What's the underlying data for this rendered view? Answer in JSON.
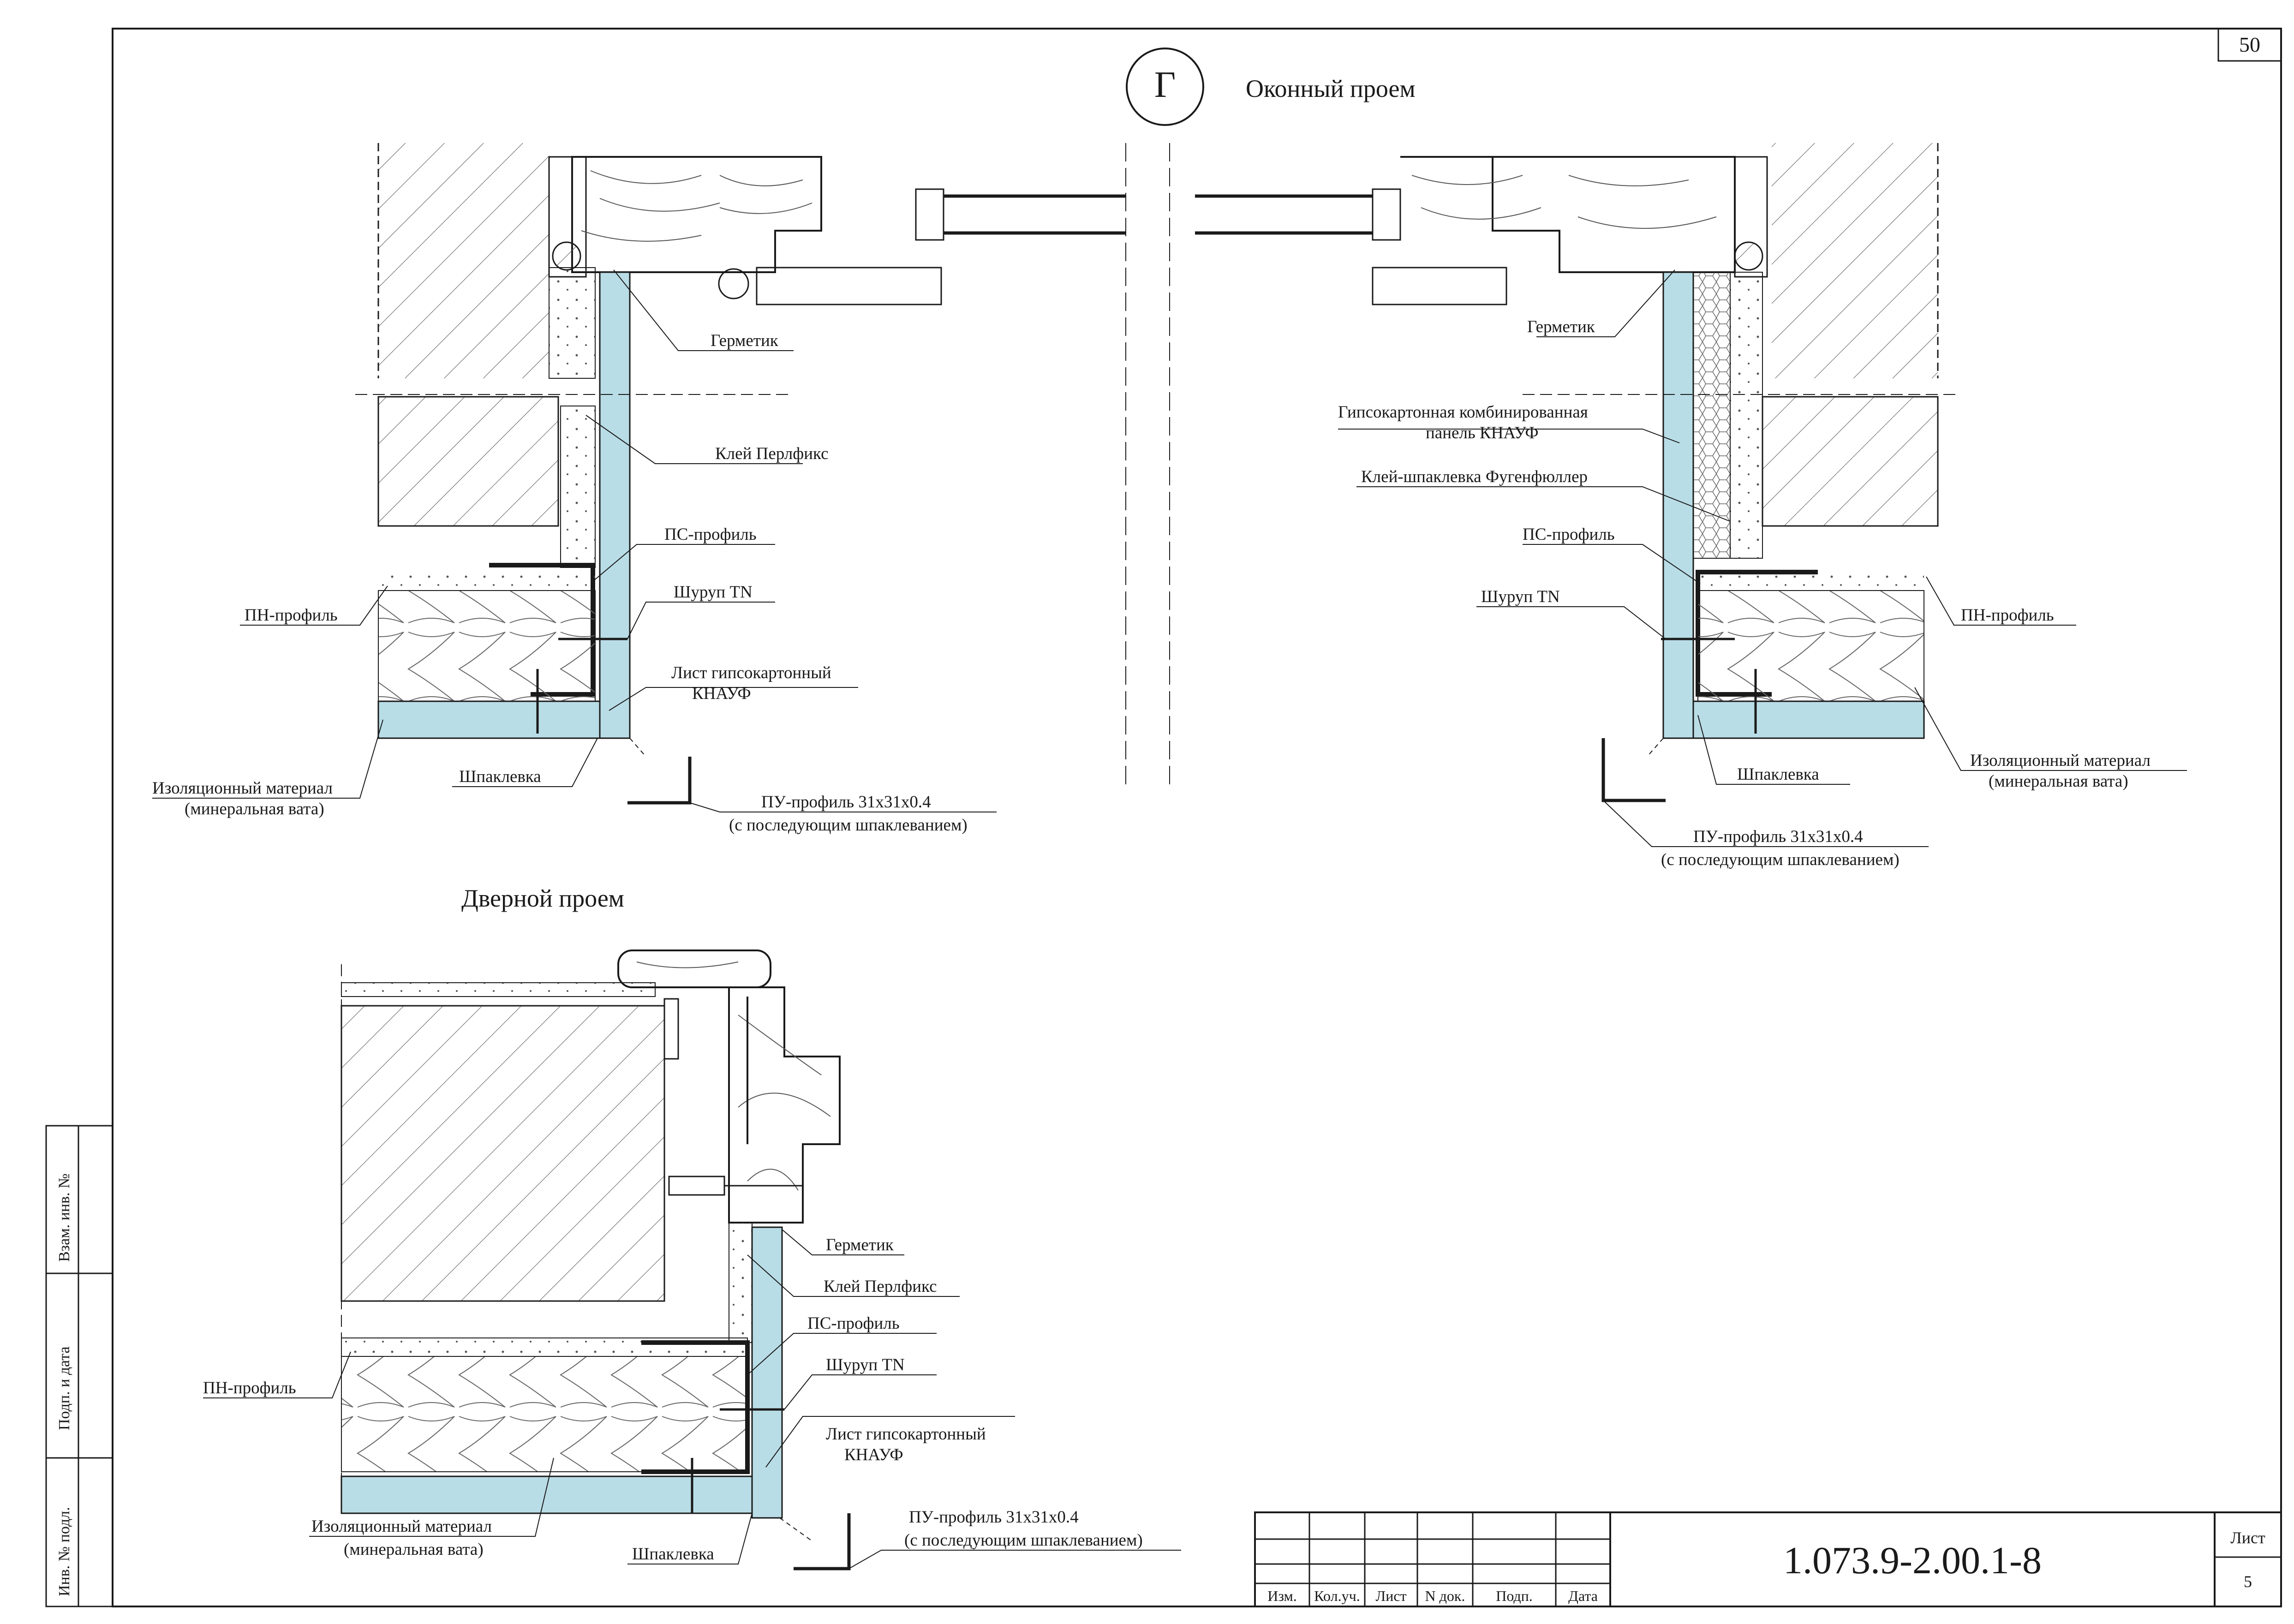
{
  "sheet_number_top": "50",
  "section_marker": "Г",
  "window_title": "Оконный проем",
  "door_title": "Дверной проем",
  "left_window": {
    "germetik": "Герметик",
    "glue": "Клей Перлфикс",
    "ps_profile": "ПС-профиль",
    "screw": "Шуруп TN",
    "sheet_line1": "Лист гипсокартонный",
    "sheet_line2": "КНАУФ",
    "pn_profile": "ПН-профиль",
    "insulation_line1": "Изоляционный материал",
    "insulation_line2": "(минеральная вата)",
    "putty": "Шпаклевка",
    "pu_line1": "ПУ-профиль 31х31х0.4",
    "pu_line2": "(с последующим шпаклеванием)"
  },
  "right_window": {
    "germetik": "Герметик",
    "panel_line1": "Гипсокартонная комбинированная",
    "panel_line2": "панель  КНАУФ",
    "glue": "Клей-шпаклевка Фугенфюллер",
    "ps_profile": "ПС-профиль",
    "screw": "Шуруп TN",
    "pn_profile": "ПН-профиль",
    "insulation_line1": "Изоляционный материал",
    "insulation_line2": "(минеральная вата)",
    "putty": "Шпаклевка",
    "pu_line1": "ПУ-профиль 31х31х0.4",
    "pu_line2": "(с последующим шпаклеванием)"
  },
  "door": {
    "germetik": "Герметик",
    "glue": "Клей Перлфикс",
    "ps_profile": "ПС-профиль",
    "screw": "Шуруп TN",
    "sheet_line1": "Лист гипсокартонный",
    "sheet_line2": "КНАУФ",
    "pn_profile": "ПН-профиль",
    "insulation_line1": "Изоляционный материал",
    "insulation_line2": "(минеральная вата)",
    "putty": "Шпаклевка",
    "pu_line1": "ПУ-профиль 31х31х0.4",
    "pu_line2": "(с последующим шпаклеванием)"
  },
  "side_stamp": {
    "vzam": "Взам. инв. №",
    "podp": "Подп. и дата",
    "inv": "Инв. № подл."
  },
  "title_block": {
    "code": "1.073.9-2.00.1-8",
    "sheet_label": "Лист",
    "sheet_value": "5",
    "cols": [
      "Изм.",
      "Кол.уч.",
      "Лист",
      "N док.",
      "Подп.",
      "Дата"
    ]
  },
  "colors": {
    "gypsum": "#b9dde7",
    "line": "#1a1a1a"
  }
}
